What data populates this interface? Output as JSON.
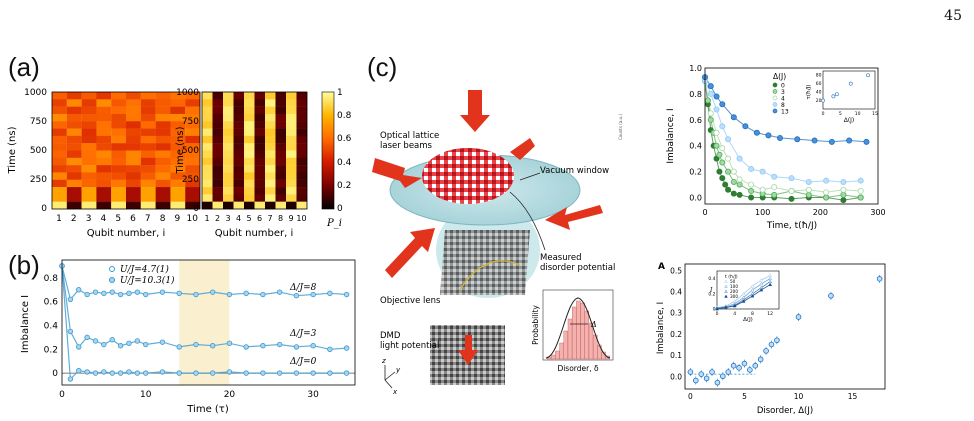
{
  "page_number": "45",
  "panel_labels": [
    "(a)",
    "(b)",
    "(c)"
  ],
  "panel_a": {
    "left_heatmap": {
      "ylabel": "Time (ns)",
      "yticks": [
        "0",
        "250",
        "500",
        "750",
        "1000"
      ],
      "xlabel": "Qubit number, i",
      "xticks": [
        "1",
        "2",
        "3",
        "4",
        "5",
        "6",
        "7",
        "8",
        "9",
        "10"
      ]
    },
    "right_heatmap": {
      "ylabel": "Time (ns)",
      "yticks": [
        "0",
        "250",
        "500",
        "750",
        "1000"
      ],
      "xlabel": "Qubit number, i",
      "xticks": [
        "1",
        "2",
        "3",
        "4",
        "5",
        "6",
        "7",
        "8",
        "9",
        "10"
      ]
    },
    "colorbar": {
      "ticks": [
        "0",
        "0.2",
        "0.4",
        "0.6",
        "0.8",
        "1"
      ],
      "label": "P_i",
      "colors": [
        "#000000",
        "#7a0000",
        "#d41a00",
        "#ff6a00",
        "#ffb400",
        "#ffff9a"
      ]
    }
  },
  "panel_b": {
    "ylabel": "Imbalance I",
    "xlabel": "Time (τ)",
    "yticks": [
      "0",
      "0.2",
      "0.4",
      "0.6",
      "0.8"
    ],
    "xticks": [
      "0",
      "10",
      "20",
      "30"
    ],
    "legend": [
      "U/J=4.7(1)",
      "U/J=10.3(1)"
    ],
    "annotations": [
      "Δ/J=8",
      "Δ/J=3",
      "Δ/J=0"
    ],
    "color": "#3a9ad1",
    "band_color": "#faf0cf"
  },
  "panel_c": {
    "labels": {
      "optical_lattice": "Optical lattice",
      "laser_beams": "laser beams",
      "vacuum_window": "Vacuum window",
      "measured_1": "Measured",
      "measured_2": "disorder potential",
      "objective_lens": "Objective lens",
      "dmd_1": "DMD",
      "dmd_2": "light potential",
      "axis_z": "z",
      "axis_y": "y",
      "axis_x": "x"
    },
    "inset": {
      "ylabel": "Probability",
      "xlabel": "Disorder, δ",
      "delta": "Δ"
    },
    "counts_label": "Counts (a.u.)"
  },
  "panel_top_right": {
    "ylabel": "Imbalance, I",
    "xlabel": "Time, t(ħ/J)",
    "yticks": [
      "0.0",
      "0.2",
      "0.4",
      "0.6",
      "0.8",
      "1.0"
    ],
    "xticks": [
      "0",
      "100",
      "200",
      "300"
    ],
    "legend_title": "Δ(J)",
    "legend": [
      "0",
      "3",
      "4",
      "8",
      "13"
    ],
    "inset": {
      "ylabel": "τ(ħ/J)",
      "xlabel": "Δ(J)",
      "yticks": [
        "20",
        "40",
        "60",
        "80"
      ],
      "xticks": [
        "0",
        "5",
        "10",
        "15"
      ]
    }
  },
  "panel_bottom_right": {
    "letter": "A",
    "ylabel": "Imbalance, I",
    "xlabel": "Disorder, Δ(J)",
    "yticks": [
      "0.0",
      "0.1",
      "0.2",
      "0.3",
      "0.4",
      "0.5"
    ],
    "xticks": [
      "0",
      "5",
      "10",
      "15"
    ],
    "inset": {
      "title": "t (ħ/J)",
      "legend": [
        "50",
        "100",
        "200",
        "300"
      ],
      "ylabel": "I",
      "xlabel": "Δ(J)",
      "xticks": [
        "0",
        "4",
        "8",
        "12"
      ],
      "yticks": [
        "0",
        "0.2",
        "0.4"
      ]
    }
  },
  "chart_data": [
    {
      "type": "scatter",
      "panel": "b",
      "xlabel": "Time (τ)",
      "ylabel": "Imbalance I",
      "xlim": [
        0,
        35
      ],
      "ylim": [
        -0.1,
        0.95
      ],
      "series": [
        {
          "name": "Δ/J=8",
          "x": [
            0,
            1,
            2,
            3,
            4,
            5,
            6,
            7,
            8,
            9,
            10,
            12,
            14,
            16,
            18,
            20,
            22,
            24,
            26,
            28,
            30,
            32,
            34
          ],
          "y": [
            0.9,
            0.62,
            0.7,
            0.66,
            0.68,
            0.67,
            0.68,
            0.66,
            0.67,
            0.68,
            0.66,
            0.68,
            0.67,
            0.66,
            0.68,
            0.66,
            0.67,
            0.66,
            0.68,
            0.65,
            0.66,
            0.67,
            0.66
          ]
        },
        {
          "name": "Δ/J=3",
          "x": [
            0,
            1,
            2,
            3,
            4,
            5,
            6,
            7,
            8,
            9,
            10,
            12,
            14,
            16,
            18,
            20,
            22,
            24,
            26,
            28,
            30,
            32,
            34
          ],
          "y": [
            0.9,
            0.35,
            0.22,
            0.3,
            0.27,
            0.24,
            0.28,
            0.23,
            0.25,
            0.27,
            0.24,
            0.26,
            0.22,
            0.24,
            0.23,
            0.25,
            0.22,
            0.23,
            0.24,
            0.22,
            0.23,
            0.2,
            0.21
          ]
        },
        {
          "name": "Δ/J=0",
          "x": [
            0,
            1,
            2,
            3,
            4,
            5,
            6,
            7,
            8,
            9,
            10,
            12,
            14,
            16,
            18,
            20,
            22,
            24,
            26,
            28,
            30,
            32,
            34
          ],
          "y": [
            0.9,
            -0.05,
            0.02,
            0.01,
            0.0,
            0.01,
            0.0,
            0.0,
            0.01,
            0.0,
            0.0,
            0.01,
            0.0,
            0.0,
            0.0,
            0.01,
            0.0,
            0.0,
            0.0,
            0.0,
            0.0,
            0.0,
            0.0
          ]
        }
      ]
    },
    {
      "type": "scatter",
      "panel": "top-right",
      "xlabel": "Time, t(ħ/J)",
      "ylabel": "Imbalance, I",
      "xlim": [
        0,
        300
      ],
      "ylim": [
        -0.05,
        1.0
      ],
      "series": [
        {
          "name": "0",
          "x": [
            0,
            5,
            10,
            15,
            20,
            25,
            30,
            35,
            40,
            50,
            60,
            80,
            100,
            120,
            150,
            180,
            210,
            240,
            270
          ],
          "y": [
            0.9,
            0.72,
            0.52,
            0.4,
            0.3,
            0.2,
            0.15,
            0.1,
            0.06,
            0.03,
            0.02,
            0.0,
            0.0,
            0.0,
            -0.01,
            0.0,
            0.0,
            -0.02,
            0.0
          ]
        },
        {
          "name": "3",
          "x": [
            0,
            5,
            10,
            15,
            20,
            25,
            30,
            40,
            50,
            60,
            80,
            100,
            120,
            150,
            180,
            210,
            240,
            270
          ],
          "y": [
            0.9,
            0.75,
            0.6,
            0.5,
            0.4,
            0.33,
            0.27,
            0.2,
            0.12,
            0.1,
            0.05,
            0.03,
            0.02,
            0.05,
            0.02,
            0.0,
            0.02,
            0.0
          ]
        },
        {
          "name": "4",
          "x": [
            0,
            10,
            20,
            30,
            40,
            50,
            60,
            80,
            100,
            120,
            150,
            180,
            210,
            240,
            270
          ],
          "y": [
            0.9,
            0.65,
            0.5,
            0.38,
            0.3,
            0.2,
            0.14,
            0.1,
            0.06,
            0.08,
            0.05,
            0.06,
            0.04,
            0.06,
            0.05
          ]
        },
        {
          "name": "8",
          "x": [
            0,
            10,
            20,
            30,
            40,
            60,
            80,
            100,
            120,
            150,
            180,
            210,
            240,
            270
          ],
          "y": [
            0.9,
            0.8,
            0.68,
            0.55,
            0.45,
            0.3,
            0.22,
            0.2,
            0.16,
            0.15,
            0.12,
            0.13,
            0.12,
            0.13
          ]
        },
        {
          "name": "13",
          "x": [
            0,
            10,
            20,
            30,
            50,
            70,
            90,
            110,
            130,
            160,
            190,
            220,
            250,
            280
          ],
          "y": [
            0.93,
            0.86,
            0.78,
            0.72,
            0.62,
            0.55,
            0.5,
            0.48,
            0.46,
            0.45,
            0.44,
            0.43,
            0.44,
            0.43
          ]
        }
      ]
    },
    {
      "type": "scatter",
      "panel": "top-right-inset",
      "xlabel": "Δ(J)",
      "ylabel": "τ(ħ/J)",
      "xlim": [
        0,
        15
      ],
      "ylim": [
        0,
        90
      ],
      "series": [
        {
          "x": [
            0,
            3,
            4,
            8,
            13
          ],
          "y": [
            20,
            30,
            35,
            60,
            80
          ]
        }
      ]
    },
    {
      "type": "scatter",
      "panel": "bottom-right",
      "xlabel": "Disorder, Δ(J)",
      "ylabel": "Imbalance, I",
      "xlim": [
        -0.5,
        18
      ],
      "ylim": [
        -0.06,
        0.53
      ],
      "series": [
        {
          "x": [
            0,
            0.5,
            1,
            1.5,
            2,
            2.5,
            3,
            3.5,
            4,
            4.5,
            5,
            5.5,
            6,
            6.5,
            7,
            7.5,
            8,
            10,
            13,
            17.5
          ],
          "y": [
            0.02,
            -0.02,
            0.01,
            -0.01,
            0.02,
            -0.03,
            0.0,
            0.02,
            0.05,
            0.04,
            0.06,
            0.03,
            0.05,
            0.08,
            0.12,
            0.15,
            0.17,
            0.28,
            0.38,
            0.46
          ]
        }
      ]
    },
    {
      "type": "line",
      "panel": "bottom-right-inset",
      "xlabel": "Δ(J)",
      "ylabel": "I",
      "xlim": [
        0,
        14
      ],
      "ylim": [
        0,
        0.5
      ],
      "series": [
        {
          "name": "50",
          "x": [
            0,
            2,
            4,
            6,
            8,
            10,
            12
          ],
          "y": [
            0.02,
            0.04,
            0.1,
            0.2,
            0.3,
            0.38,
            0.44
          ]
        },
        {
          "name": "100",
          "x": [
            0,
            2,
            4,
            6,
            8,
            10,
            12
          ],
          "y": [
            0.01,
            0.03,
            0.07,
            0.15,
            0.25,
            0.33,
            0.4
          ]
        },
        {
          "name": "200",
          "x": [
            0,
            2,
            4,
            6,
            8,
            10,
            12
          ],
          "y": [
            0.01,
            0.02,
            0.05,
            0.12,
            0.2,
            0.28,
            0.36
          ]
        },
        {
          "name": "300",
          "x": [
            0,
            2,
            4,
            6,
            8,
            10,
            12
          ],
          "y": [
            0.0,
            0.02,
            0.04,
            0.1,
            0.17,
            0.25,
            0.32
          ]
        }
      ]
    }
  ]
}
